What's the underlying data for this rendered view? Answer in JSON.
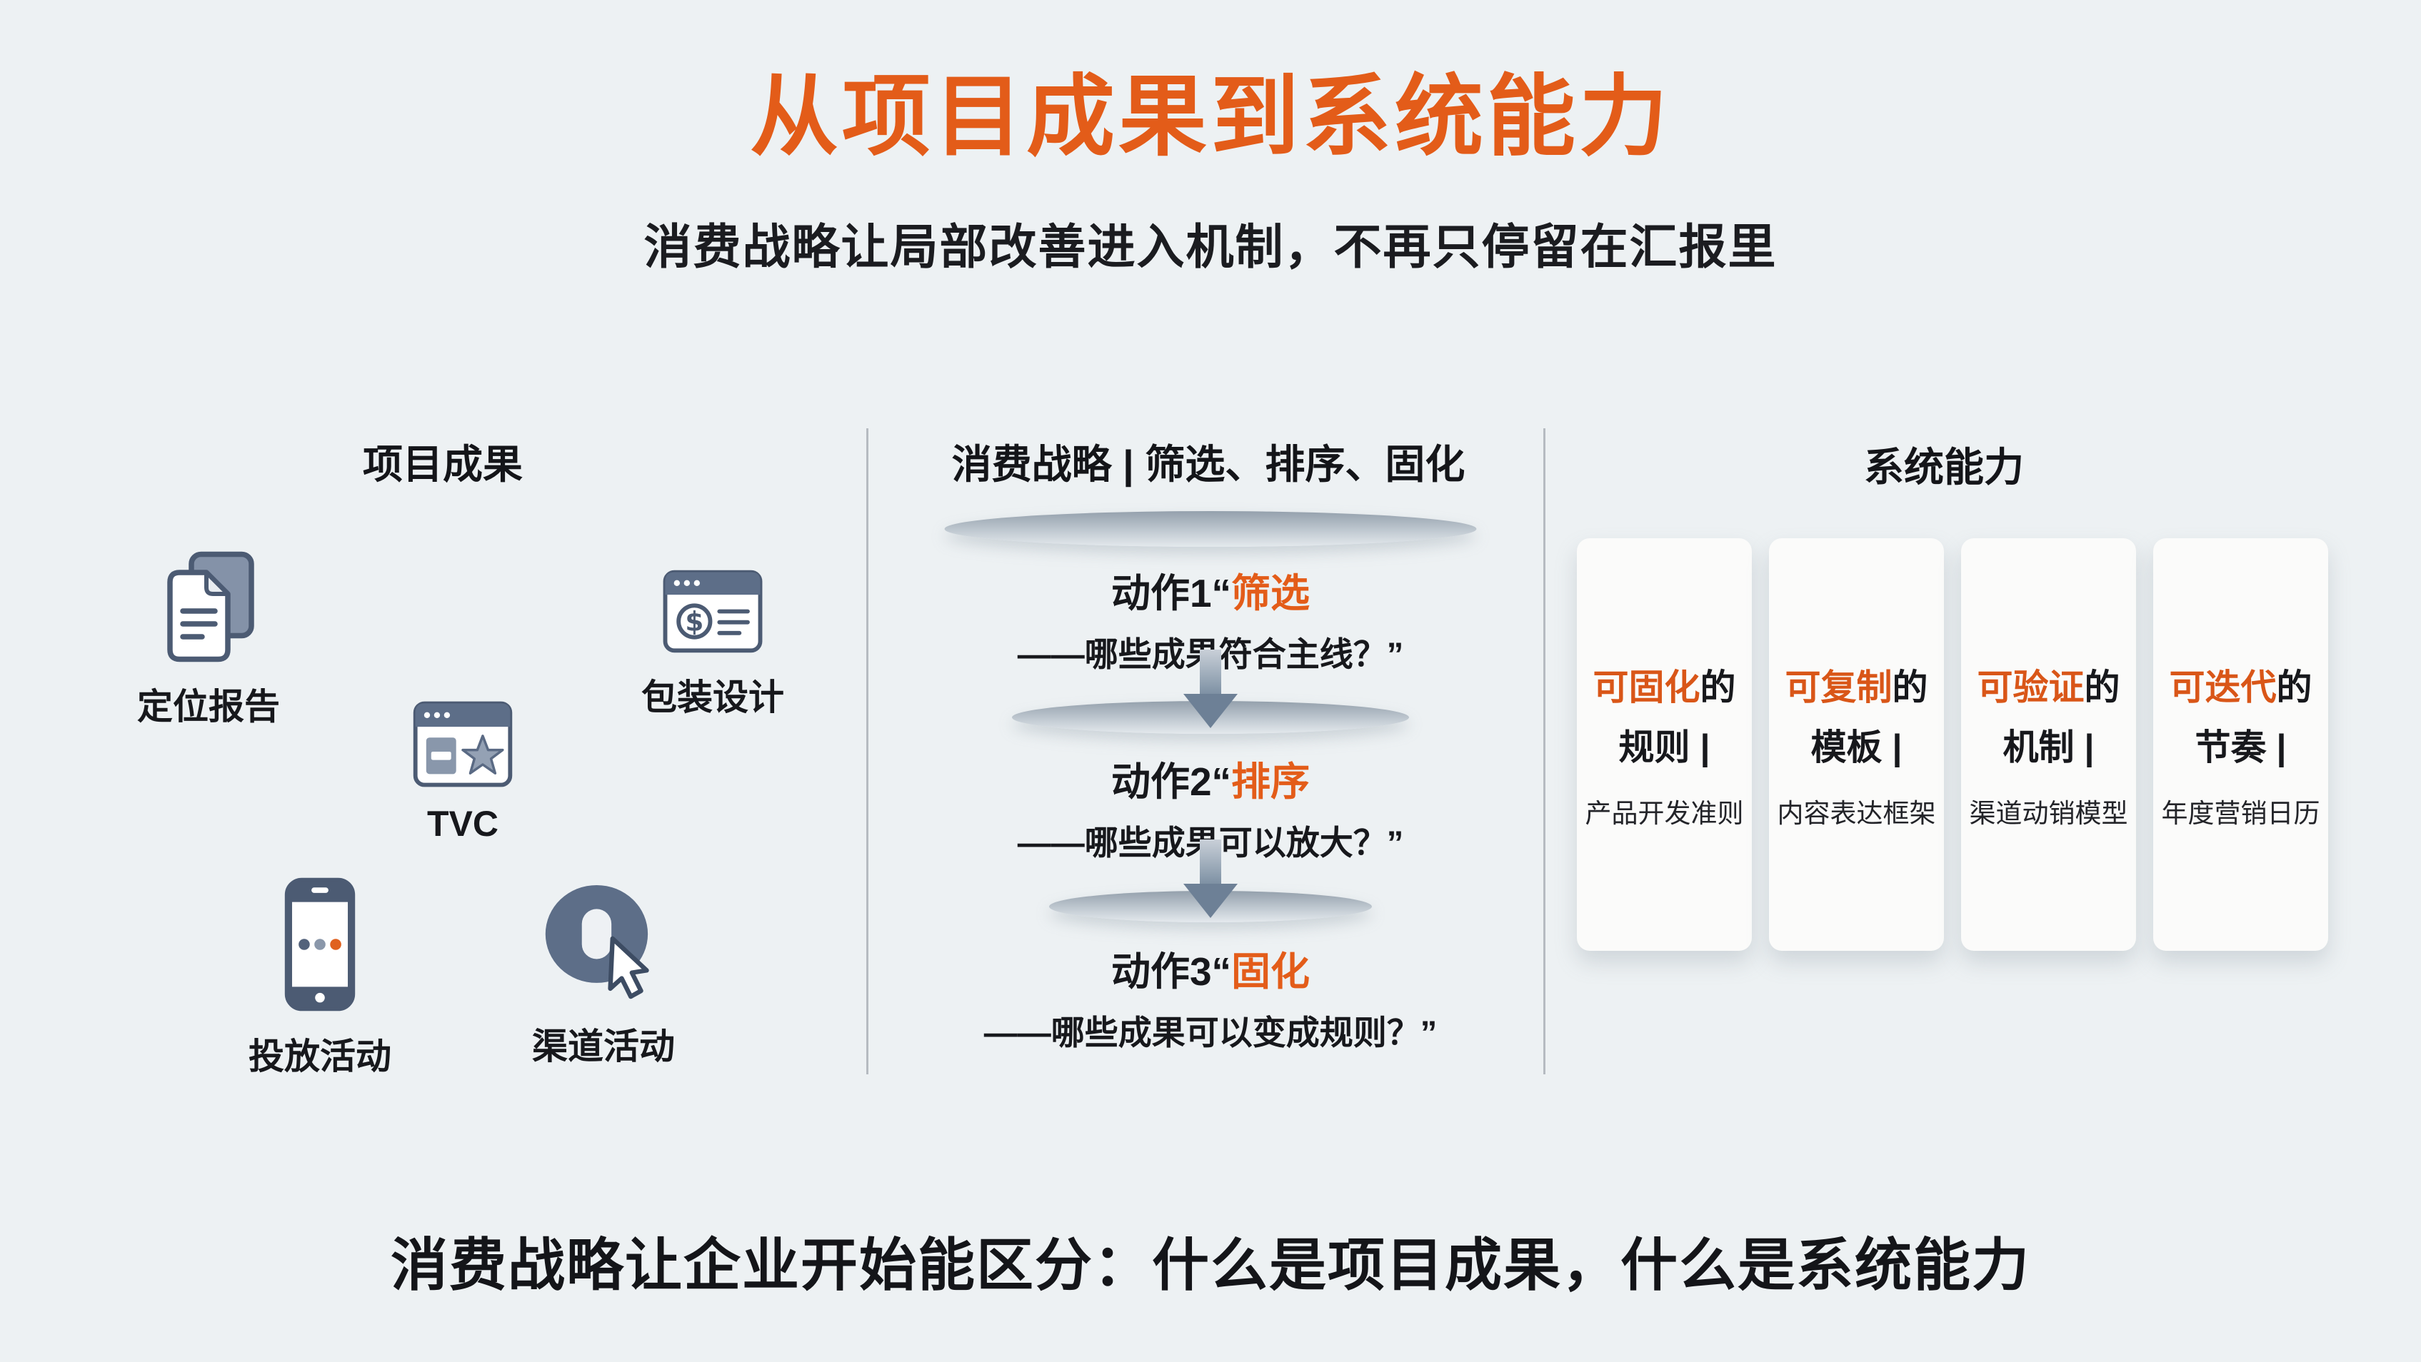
{
  "page": {
    "title": "从项目成果到系统能力",
    "subtitle": "消费战略让局部改善进入机制，不再只停留在汇报里",
    "footer": "消费战略让企业开始能区分：什么是项目成果，什么是系统能力"
  },
  "colors": {
    "accent_orange": "#e35c19",
    "text_dark": "#17181c",
    "icon_slate": "#5d6e88",
    "background": "#edf1f3",
    "card_background": "#fbfbfa",
    "divider": "#b6bbc1"
  },
  "left_column": {
    "heading": "项目成果",
    "items": [
      {
        "label": "定位报告",
        "icon": "documents-icon"
      },
      {
        "label": "包装设计",
        "icon": "browser-dollar-icon"
      },
      {
        "label": "TVC",
        "icon": "browser-star-icon"
      },
      {
        "label": "投放活动",
        "icon": "phone-icon"
      },
      {
        "label": "渠道活动",
        "icon": "coin-cursor-icon"
      }
    ]
  },
  "middle_column": {
    "heading": "消费战略 | 筛选、排序、固化",
    "steps": [
      {
        "prefix": "动作1“",
        "highlight": "筛选",
        "question": "——哪些成果符合主线？”"
      },
      {
        "prefix": "动作2“",
        "highlight": "排序",
        "question": "——哪些成果可以放大？”"
      },
      {
        "prefix": "动作3“",
        "highlight": "固化",
        "question": "——哪些成果可以变成规则？”"
      }
    ]
  },
  "right_column": {
    "heading": "系统能力",
    "cards": [
      {
        "highlight": "可固化",
        "suffix": "的",
        "line2": "规则 |",
        "line3": "产品开发准则"
      },
      {
        "highlight": "可复制",
        "suffix": "的",
        "line2": "模板 |",
        "line3": "内容表达框架"
      },
      {
        "highlight": "可验证",
        "suffix": "的",
        "line2": "机制 |",
        "line3": "渠道动销模型"
      },
      {
        "highlight": "可迭代",
        "suffix": "的",
        "line2": "节奏 |",
        "line3": "年度营销日历"
      }
    ]
  }
}
